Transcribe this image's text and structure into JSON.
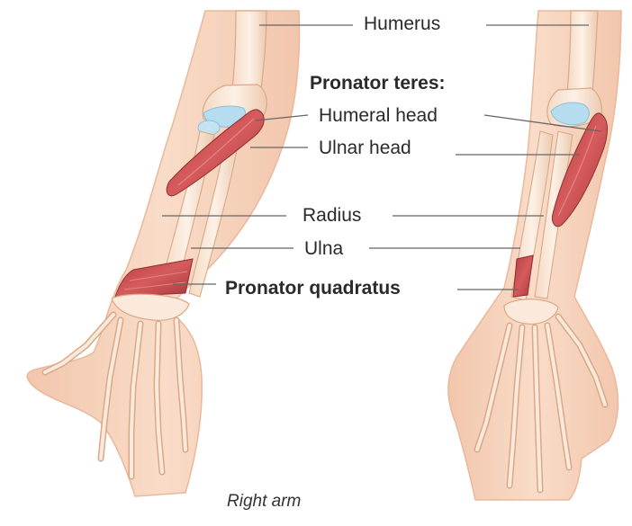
{
  "labels": {
    "humerus": "Humerus",
    "pronator_teres_heading": "Pronator teres:",
    "humeral_head": "Humeral head",
    "ulnar_head": "Ulnar head",
    "radius": "Radius",
    "ulna": "Ulna",
    "pronator_quadratus": "Pronator quadratus"
  },
  "caption": "Right arm",
  "colors": {
    "skin": "#f6d3bc",
    "skin_edge": "#e9b79a",
    "bone": "#fbeadc",
    "bone_edge": "#d9a987",
    "cartilage": "#b6dcef",
    "muscle": "#c9494c",
    "muscle_dark": "#a7393c",
    "leader": "#666666"
  }
}
